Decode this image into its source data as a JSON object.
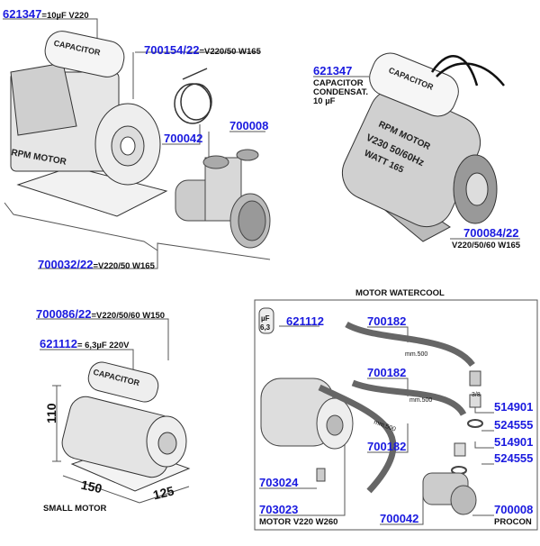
{
  "colors": {
    "part_code": "#1a1adf",
    "text": "#111111",
    "line": "#555555"
  },
  "top_left": {
    "capacitor": {
      "code": "621347",
      "spec": "=10µF V220"
    },
    "clamp": {
      "code": "700154/22",
      "spec": "=V220/50 W165"
    },
    "clamp_part": {
      "code": "700042"
    },
    "procon": {
      "code": "700008"
    },
    "motor": {
      "code": "700032/22",
      "spec": "=V220/50 W165"
    },
    "motor_marking": "RPM MOTOR",
    "capacitor_marking": "CAPACITOR"
  },
  "top_right": {
    "capacitor": {
      "code": "621347",
      "lines": [
        "CAPACITOR",
        "CONDENSAT.",
        "10 µF"
      ]
    },
    "motor": {
      "code": "700084/22",
      "spec": "V220/50/60 W165"
    },
    "motor_marking": [
      "RPM MOTOR",
      "V230 50/60Hz",
      "WATT 165"
    ],
    "capacitor_marking": "CAPACITOR"
  },
  "small_motor": {
    "motor": {
      "code": "700086/22",
      "spec": "=V220/50/60 W150"
    },
    "capacitor": {
      "code": "621112",
      "spec": "= 6,3µF 220V"
    },
    "capacitor_marking": "CAPACITOR",
    "dim_height": "110",
    "dim_length": "150",
    "dim_width": "125",
    "title": "SMALL MOTOR"
  },
  "watercool": {
    "title": "MOTOR WATERCOOL",
    "capacitor": {
      "code": "621112",
      "marking": [
        "µF",
        "6,3"
      ]
    },
    "hose1": {
      "code": "700182",
      "marking": "mm.500"
    },
    "hose2": {
      "code": "700182",
      "marking": "mm.500"
    },
    "hose3": {
      "code": "700182",
      "marking": "mm.500"
    },
    "fitting1": {
      "code": "514901"
    },
    "gasket1": {
      "code": "524555"
    },
    "fitting2": {
      "code": "514901"
    },
    "gasket2": {
      "code": "524555"
    },
    "mount1": {
      "code": "703024"
    },
    "mount2": {
      "code": "703023"
    },
    "motor": {
      "spec": "MOTOR V220 W260"
    },
    "clamp": {
      "code": "700042"
    },
    "procon": {
      "code": "700008",
      "spec": "PROCON"
    },
    "thread_marking": "3/8"
  }
}
